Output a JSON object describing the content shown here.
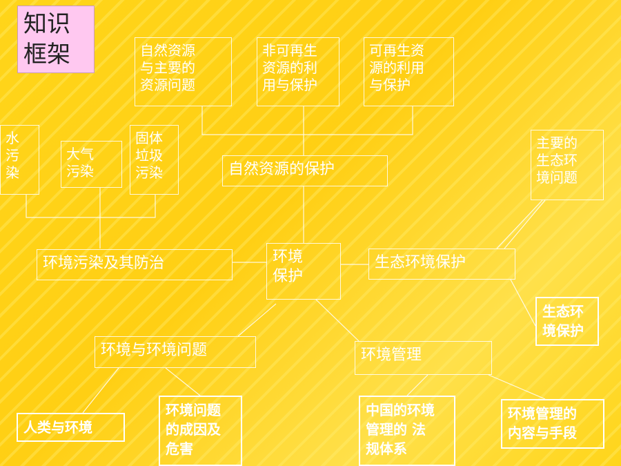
{
  "title": "知识\n框架",
  "nodes": {
    "natural_resources_problems": "自然资源\n与主要的\n资源问题",
    "nonrenewable": "非可再生\n资源的利\n用与保护",
    "renewable": "可再生资\n源的利用\n与保护",
    "water_pollution": "水\n污\n染",
    "air_pollution": "大气\n污染",
    "solid_waste": "固体\n垃圾\n污染",
    "natural_resource_protection": "自然资源的保护",
    "main_ecological_problems": "主要的\n生态环\n境问题",
    "pollution_control": "环境污染及其防治",
    "environment_protection": "环境\n保护",
    "ecological_protection": "生态环境保护",
    "ecological_protection_bold": "生态环\n境保护",
    "environment_problems": "环境与环境问题",
    "environment_management": "环境管理",
    "human_environment": "人类与环境",
    "problem_causes": "环境问题\n的成因及\n危害",
    "china_law": "中国的环境\n管理的  法\n规体系",
    "management_methods": "环境管理的\n内容与手段"
  }
}
